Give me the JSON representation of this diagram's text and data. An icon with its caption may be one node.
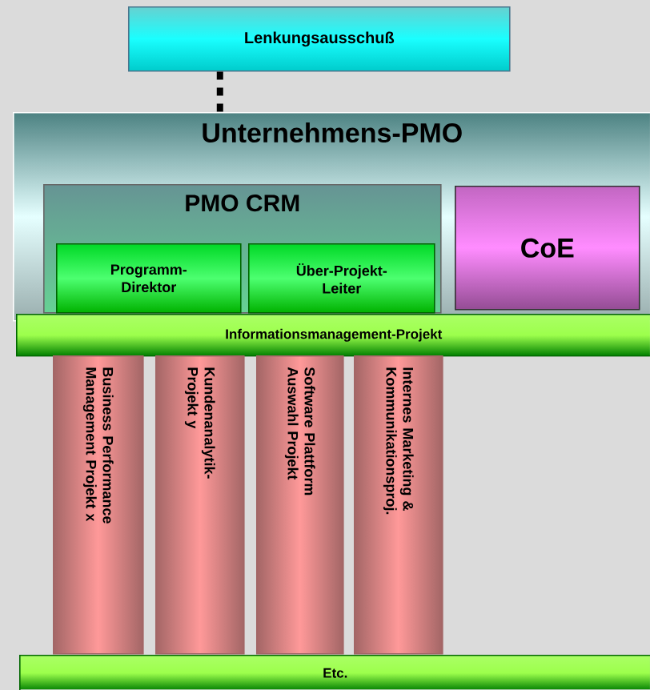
{
  "diagram": {
    "nodes": [
      {
        "text": [
          "Lenkungsausschuß"
        ]
      },
      {
        "text": [
          "Unternehmens-PMO"
        ]
      },
      {
        "text": [
          "PMO CRM"
        ],
        "in": 1
      },
      {
        "text": [
          "Programm- Direktor"
        ],
        "in": 2
      },
      {
        "text": [
          "Über-Projekt- Leiter"
        ],
        "in": 2
      },
      {
        "text": [
          "CoE"
        ],
        "in": 1
      },
      {
        "text": [
          "Informationsmanagement-Projekt"
        ]
      },
      {
        "text": [
          "Business Performance Management Projekt x"
        ]
      },
      {
        "text": [
          "Kundenanalytik- Projekt y"
        ]
      },
      {
        "text": [
          "Software Plattform Auswahl Projekt"
        ]
      },
      {
        "text": [
          "Internes Marketing & Kommunikationsproj."
        ]
      },
      {
        "text": [
          "Etc."
        ]
      }
    ],
    "edges": [
      {
        "from": 0,
        "to": 1,
        "arrow": "none",
        "style": "dashed"
      }
    ]
  }
}
